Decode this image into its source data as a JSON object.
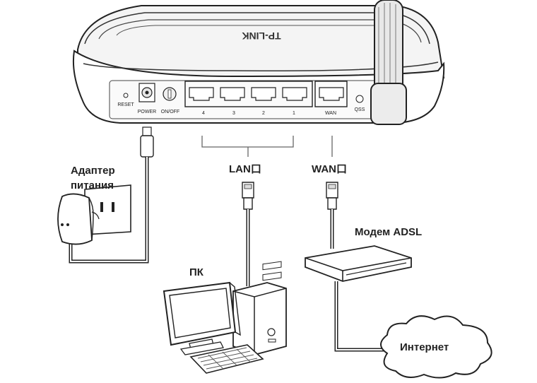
{
  "router": {
    "brand": "TP-LINK",
    "port_labels": {
      "reset": "RESET",
      "power": "POWER",
      "onoff": "ON/OFF",
      "lan4": "4",
      "lan3": "3",
      "lan2": "2",
      "lan1": "1",
      "wan": "WAN",
      "qss": "QSS"
    }
  },
  "labels": {
    "adapter_line1": "Адаптер",
    "adapter_line2": "питания",
    "lan": "LAN口",
    "wan": "WAN口",
    "modem": "Модем ADSL",
    "pc": "ПК",
    "internet": "Интернет"
  }
}
